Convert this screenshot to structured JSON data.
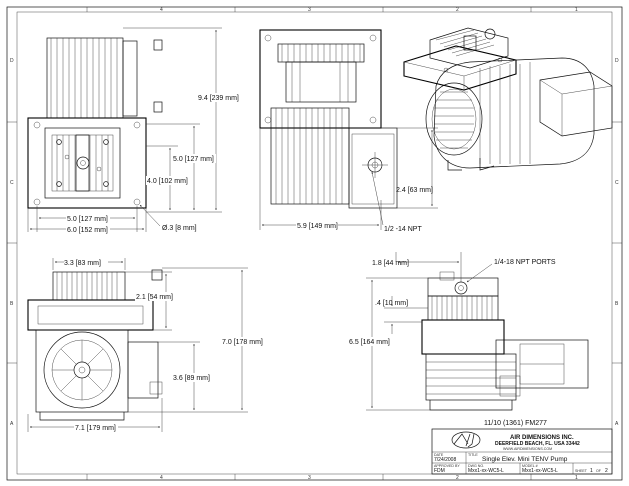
{
  "grid": {
    "columns_top": [
      "4",
      "3",
      "2",
      "1"
    ],
    "columns_bottom": [
      "4",
      "3",
      "2",
      "1"
    ],
    "rows_left": [
      "D",
      "C",
      "B",
      "A"
    ],
    "rows_right": [
      "D",
      "C",
      "B",
      "A"
    ]
  },
  "top_left_view": {
    "height_total": "9.4 [239 mm]",
    "height_mid": "5.0 [127 mm]",
    "height_low": "4.0 [102 mm]",
    "width_inner": "5.0 [127 mm]",
    "width_outer": "6.0 [152 mm]",
    "hole_dia": "Ø.3 [8 mm]"
  },
  "top_center_view": {
    "length": "5.9 [149 mm]",
    "port_height": "2.4 [63 mm]",
    "port_label": "1/2 -14 NPT"
  },
  "bottom_left_view": {
    "head_width": "3.3 [83 mm]",
    "head_height": "2.1 [54 mm]",
    "total_height": "7.0 [178 mm]",
    "motor_height": "3.6 [89 mm]",
    "total_width": "7.1 [179 mm]"
  },
  "bottom_right_view": {
    "offset": "1.8 [44 mm]",
    "ports_label": "1/4-18 NPT PORTS",
    "small_gap": ".4 [10 mm]",
    "height": "6.5 [164 mm]"
  },
  "title_block": {
    "revision_line": "11/10 (1361) FM277",
    "company": "AIR DIMENSIONS INC.",
    "address": "DEERFIELD BEACH, FL. USA 33442",
    "website": "WWW.AIRDIMENSIONS.COM",
    "date_label": "DATE",
    "date": "7/24/2008",
    "title_label": "TITLE",
    "title": "Single Elev. Mini TENV Pump",
    "approved_label": "APPROVED BY",
    "approved_by": "FDM",
    "dwg_label": "DWG NO.",
    "dwg_no": "Mxx1-xx-WC5-L",
    "model_label": "MODEL #",
    "model_no": "Mxx1-xx-WC5-L",
    "sheet_label": "SHEET",
    "sheet_no": "1",
    "of_label": "OF",
    "sheet_total": "2"
  }
}
